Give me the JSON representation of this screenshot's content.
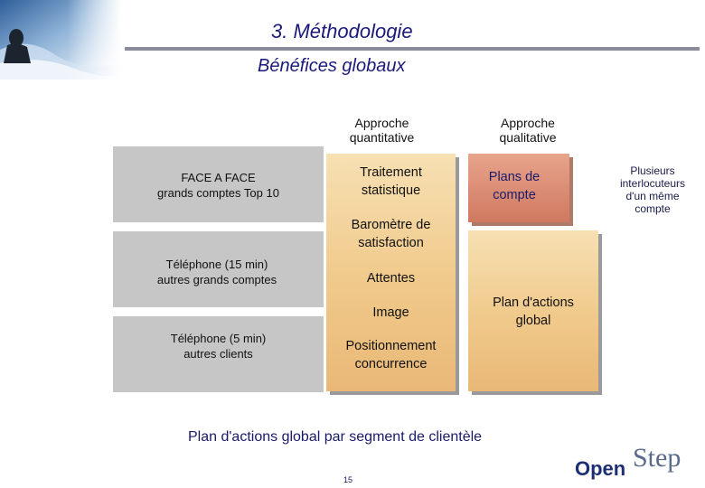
{
  "header": {
    "title": "3. Méthodologie",
    "subtitle": "Bénéfices globaux"
  },
  "columns": {
    "quant": [
      "Approche",
      "quantitative"
    ],
    "qual": [
      "Approche",
      "qualitative"
    ]
  },
  "rows": [
    {
      "line1": "FACE A FACE",
      "line2": "grands comptes Top 10"
    },
    {
      "line1": "Téléphone (15 min)",
      "line2": "autres grands comptes"
    },
    {
      "line1": "Téléphone (5 min)",
      "line2": "autres clients"
    }
  ],
  "quant_items": {
    "traitement": [
      "Traitement",
      "statistique"
    ],
    "barometre": [
      "Baromètre de",
      "satisfaction"
    ],
    "attentes": "Attentes",
    "image": "Image",
    "positionnement": [
      "Positionnement",
      "concurrence"
    ]
  },
  "qual_items": {
    "plans": [
      "Plans de",
      "compte"
    ],
    "plan_actions": [
      "Plan d'actions",
      "global"
    ]
  },
  "side_note": [
    "Plusieurs",
    "interlocuteurs",
    "d'un même",
    "compte"
  ],
  "footer": "Plan d'actions global par segment de clientèle",
  "page_number": "15",
  "logo": {
    "part1": "Open",
    "part2": "Step"
  }
}
